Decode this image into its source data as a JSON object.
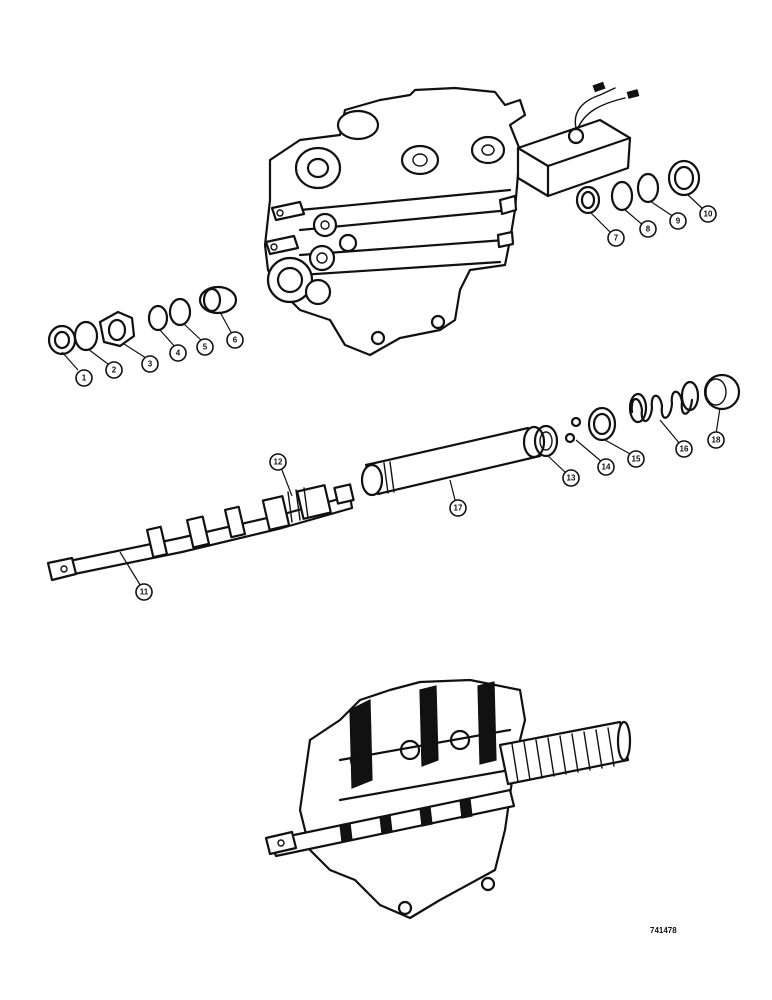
{
  "callouts": [
    {
      "id": "c1",
      "label": "1"
    },
    {
      "id": "c2",
      "label": "2"
    },
    {
      "id": "c3",
      "label": "3"
    },
    {
      "id": "c4",
      "label": "4"
    },
    {
      "id": "c5",
      "label": "5"
    },
    {
      "id": "c6",
      "label": "6"
    },
    {
      "id": "c7",
      "label": "7"
    },
    {
      "id": "c8",
      "label": "8"
    },
    {
      "id": "c9",
      "label": "9"
    },
    {
      "id": "c10",
      "label": "10"
    },
    {
      "id": "c11",
      "label": "11"
    },
    {
      "id": "c12",
      "label": "12"
    },
    {
      "id": "c13",
      "label": "13"
    },
    {
      "id": "c14",
      "label": "14"
    },
    {
      "id": "c15",
      "label": "15"
    },
    {
      "id": "c16",
      "label": "16"
    },
    {
      "id": "c17",
      "label": "17"
    },
    {
      "id": "c18",
      "label": "18"
    }
  ],
  "figure_ref": "741478"
}
